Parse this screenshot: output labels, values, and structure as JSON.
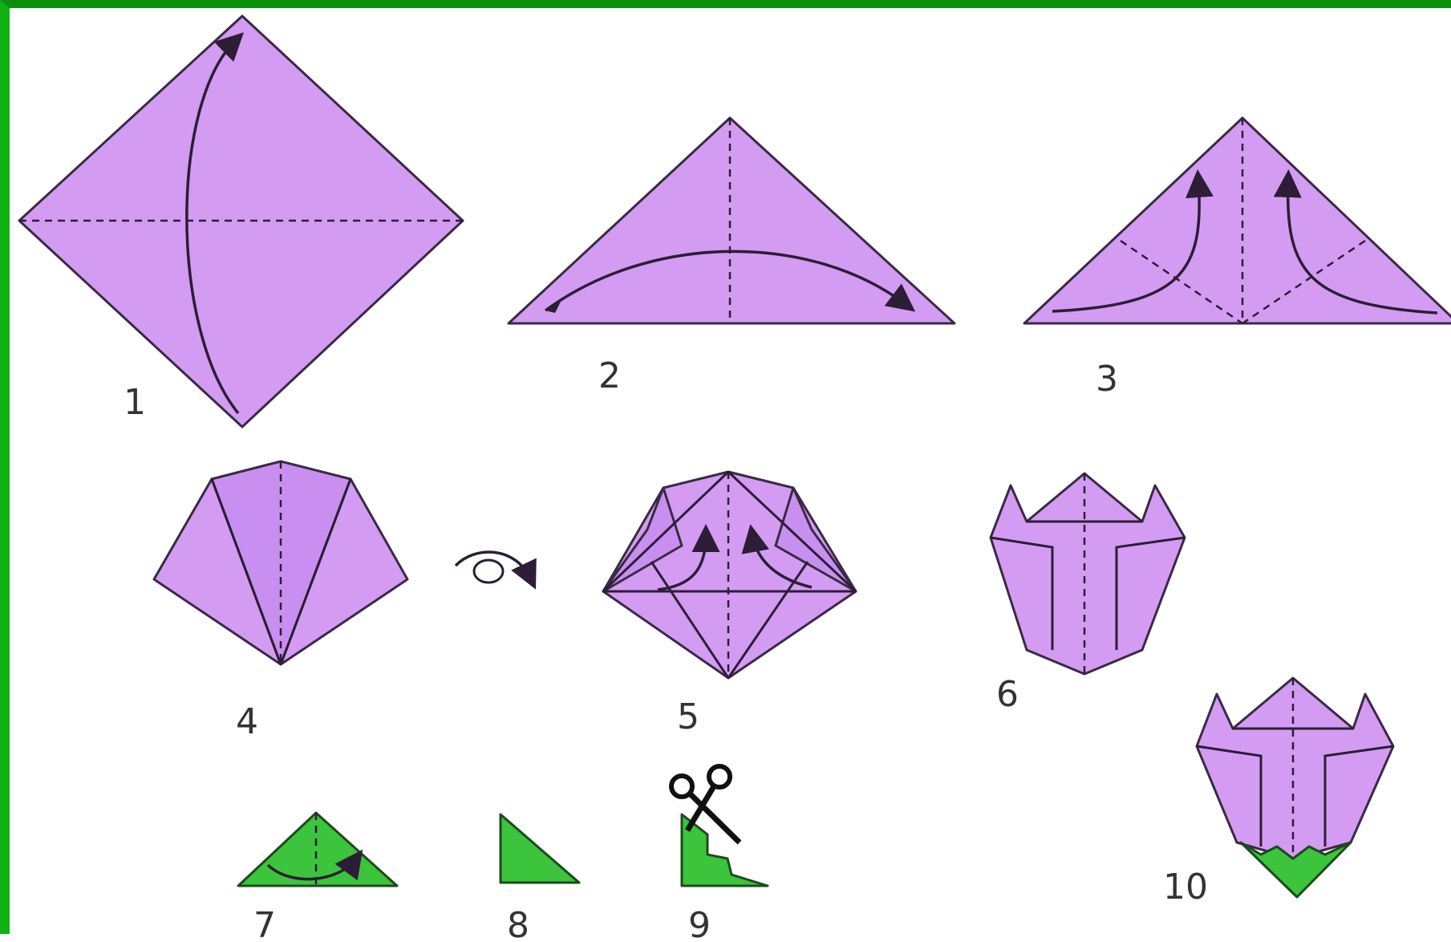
{
  "diagram": {
    "steps": [
      {
        "label": "1"
      },
      {
        "label": "2"
      },
      {
        "label": "3"
      },
      {
        "label": "4"
      },
      {
        "label": "5"
      },
      {
        "label": "6"
      },
      {
        "label": "7"
      },
      {
        "label": "8"
      },
      {
        "label": "9"
      },
      {
        "label": "10"
      }
    ],
    "icons": [
      "turn-over-icon",
      "scissors-icon"
    ],
    "colors": {
      "paper": "#d39cf2",
      "leaf": "#3cc43c",
      "border": "#13b013"
    }
  }
}
